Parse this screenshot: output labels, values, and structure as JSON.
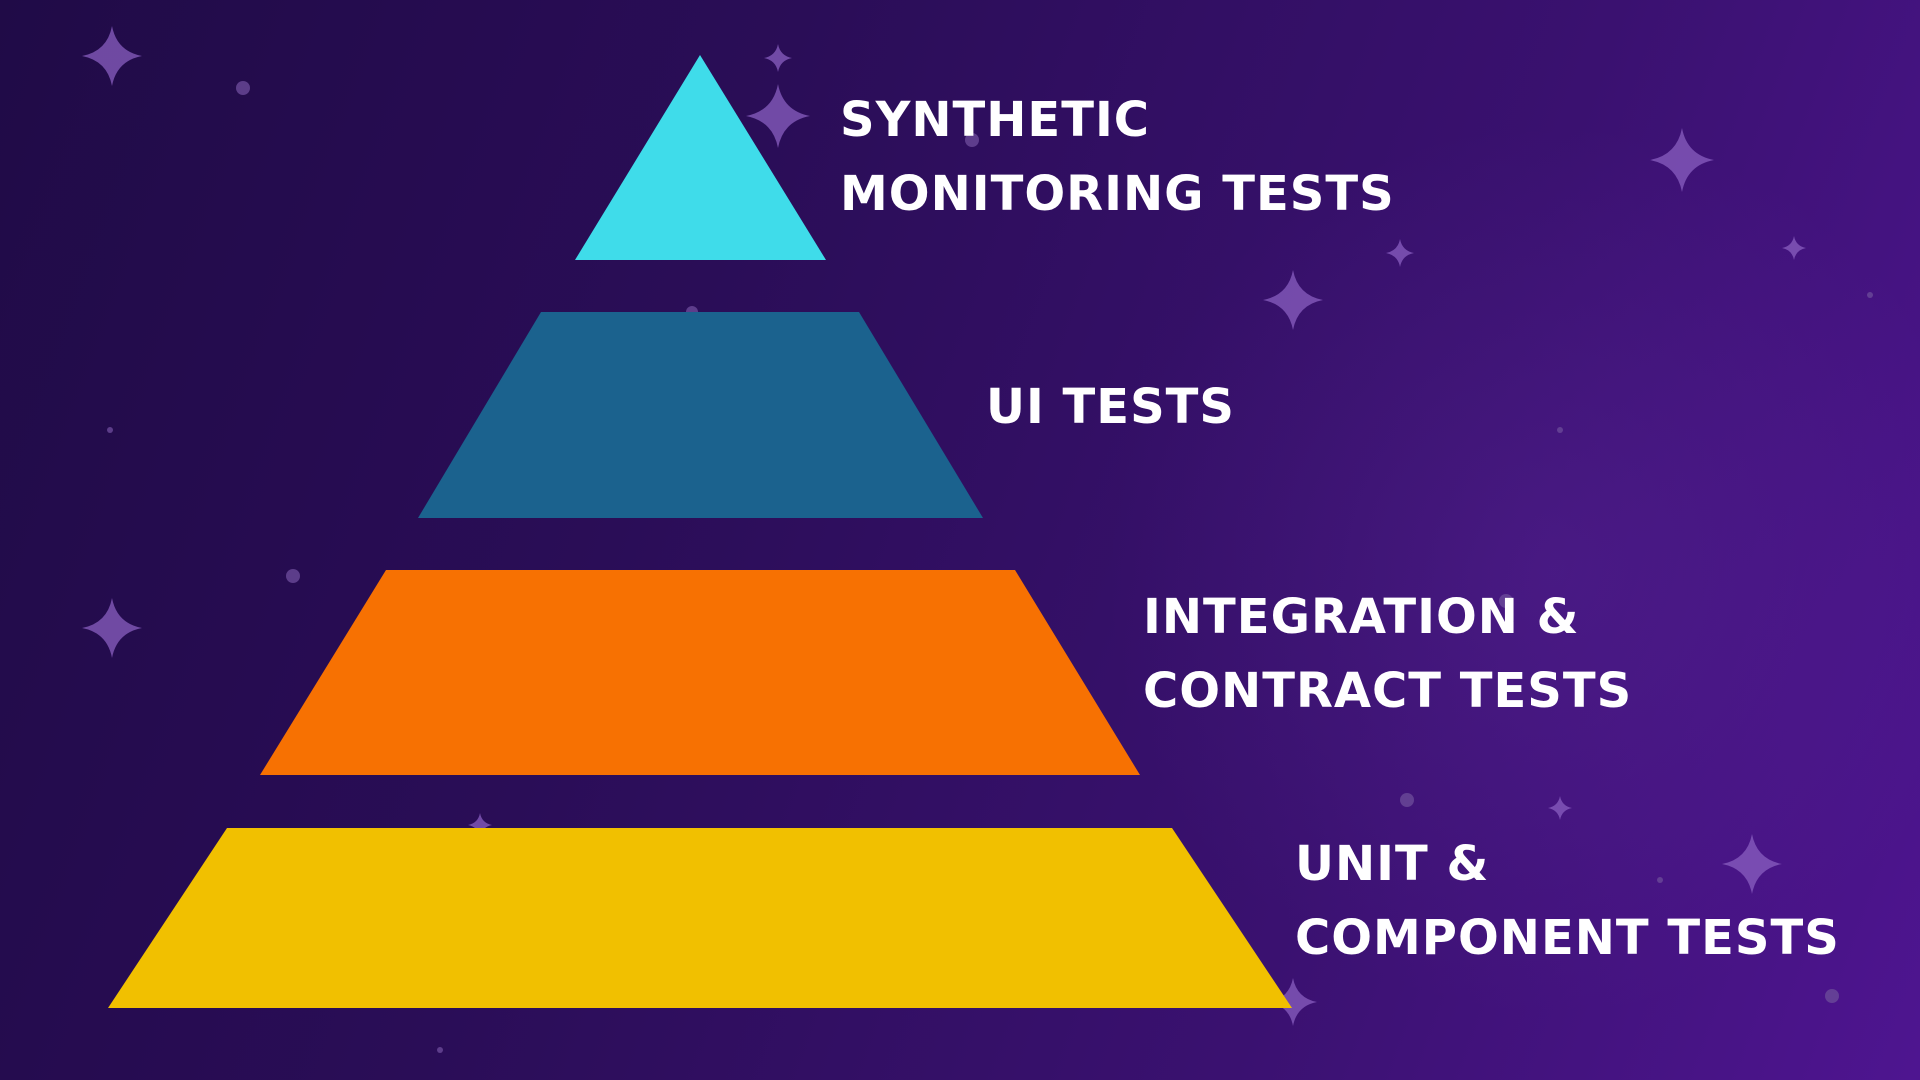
{
  "background": {
    "gradient_start": "#200b47",
    "gradient_end": "#4e1590",
    "sparkle_color": "#8a5fc0",
    "dot_color": "#6a4a98"
  },
  "pyramid": {
    "tiers": [
      {
        "id": "synthetic-monitoring",
        "color": "#3fdcea",
        "label_lines": [
          "SYNTHETIC",
          "MONITORING TESTS"
        ]
      },
      {
        "id": "ui",
        "color": "#1b628e",
        "label_lines": [
          "UI TESTS"
        ]
      },
      {
        "id": "integration-contract",
        "color": "#f77102",
        "label_lines": [
          "INTEGRATION &",
          "CONTRACT TESTS"
        ]
      },
      {
        "id": "unit-component",
        "color": "#f1c000",
        "label_lines": [
          "UNIT &",
          "COMPONENT TESTS"
        ]
      }
    ]
  }
}
